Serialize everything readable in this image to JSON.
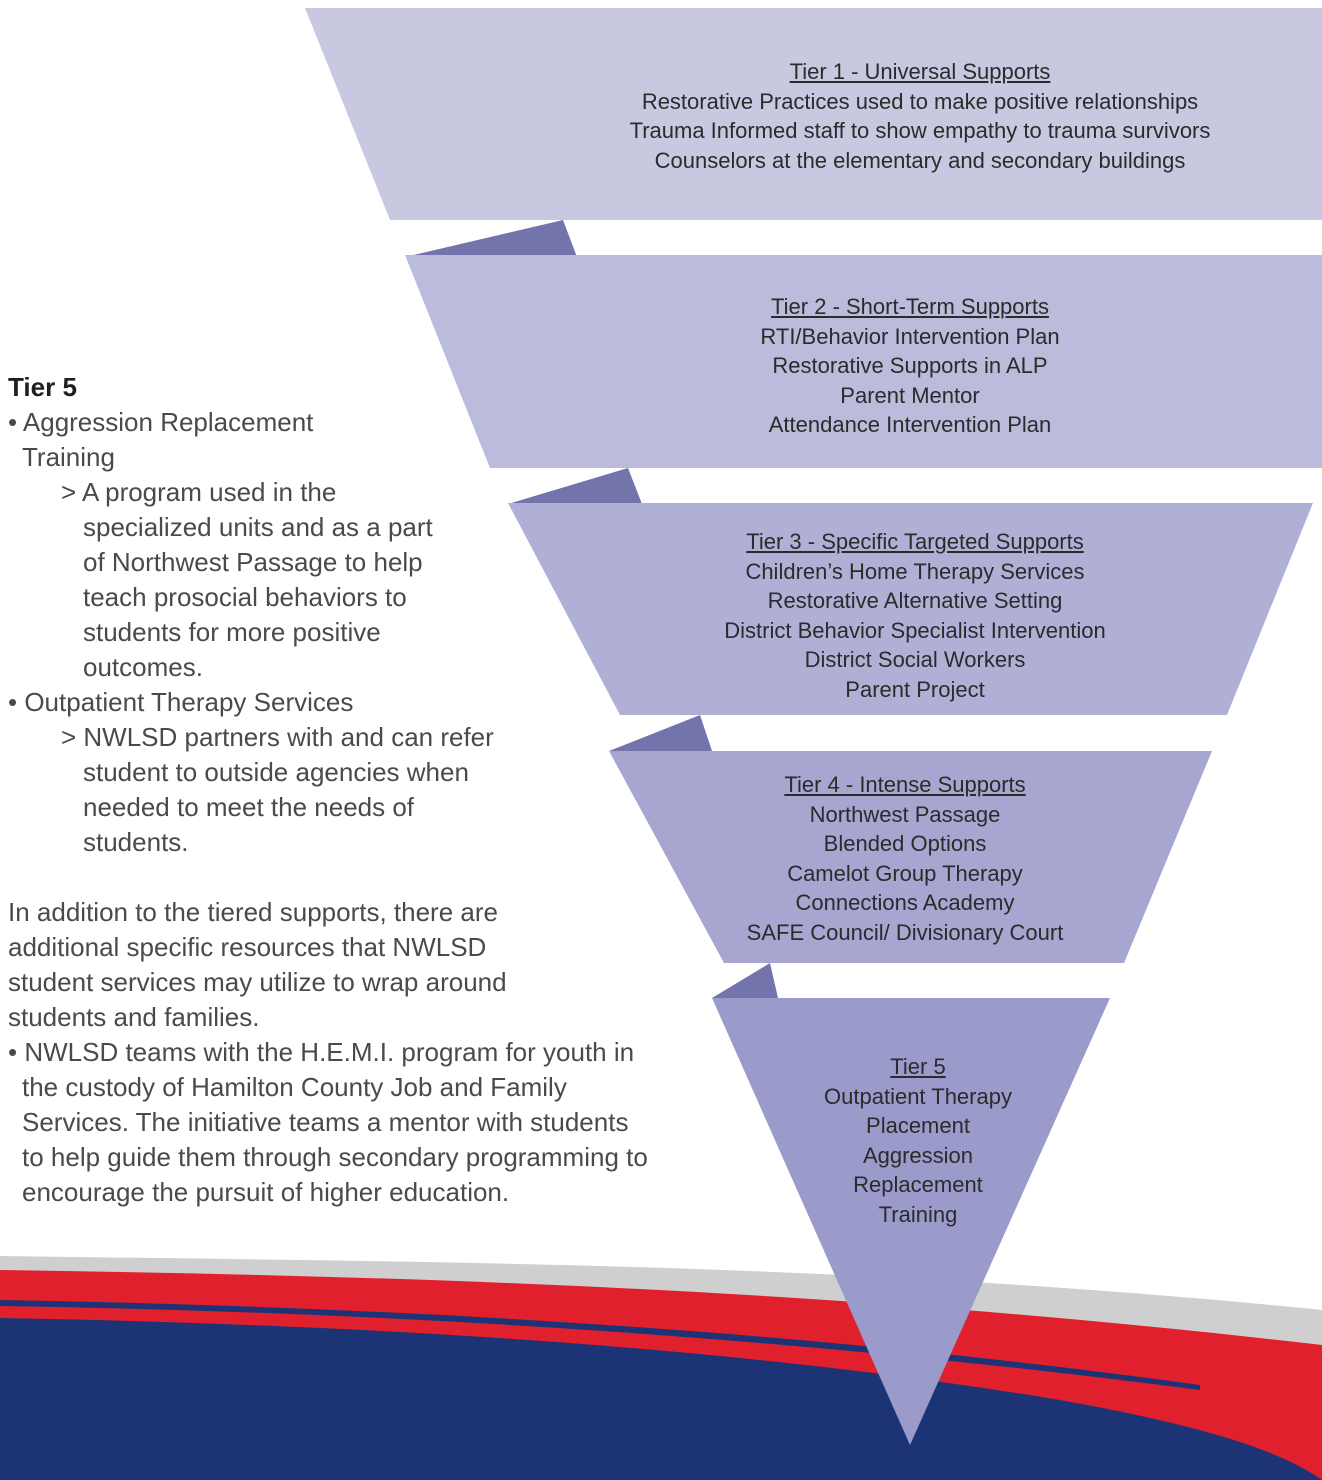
{
  "colors": {
    "tier1": "#c8c8e1",
    "tier2": "#bbbbdb",
    "tier3": "#b0b0d6",
    "tier4": "#a6a6d0",
    "tier5": "#9a9acb",
    "connector": "#7474ad",
    "band_red": "#e0202d",
    "band_navy": "#1c3475",
    "band_gray": "#cfcfcf"
  },
  "tiers": [
    {
      "title": "Tier 1 - Universal Supports",
      "items": [
        "Restorative Practices used to make positive relationships",
        "Trauma Informed staff to show empathy to trauma survivors",
        "Counselors at the elementary and secondary buildings"
      ]
    },
    {
      "title": "Tier 2 - Short-Term Supports",
      "items": [
        "RTI/Behavior Intervention Plan",
        "Restorative Supports in ALP",
        "Parent Mentor",
        "Attendance Intervention Plan"
      ]
    },
    {
      "title": "Tier 3 - Specific Targeted Supports",
      "items": [
        "Children’s Home Therapy Services",
        "Restorative Alternative Setting",
        "District Behavior Specialist Intervention",
        "District Social Workers",
        "Parent Project"
      ]
    },
    {
      "title": "Tier 4 - Intense Supports",
      "items": [
        "Northwest Passage",
        "Blended Options",
        "Camelot Group Therapy",
        "Connections Academy",
        "SAFE Council/ Divisionary Court"
      ]
    },
    {
      "title": "Tier 5",
      "items": [
        "Outpatient Therapy",
        "Placement",
        "Aggression",
        "Replacement",
        "Training"
      ]
    }
  ],
  "left_panel": {
    "heading": "Tier 5",
    "bullet1": "• Aggression Replacement Training",
    "bullet1_sub": "> A program used in the specialized units and as a part of Northwest Passage to help teach prosocial behaviors to students for more positive outcomes.",
    "bullet2": "• Outpatient Therapy Services",
    "bullet2_sub": "> NWLSD partners with and can refer student to outside agencies when needed to meet the needs of students.",
    "paragraph": "In addition to the tiered supports, there are additional specific resources that NWLSD student services may utilize to wrap around students and families.",
    "bullet3": "• NWLSD teams with the H.E.M.I. program for youth in the custody of Hamilton County Job and Family Services. The initiative teams a mentor with students to help guide them through secondary programming to encourage the pursuit of higher education."
  }
}
